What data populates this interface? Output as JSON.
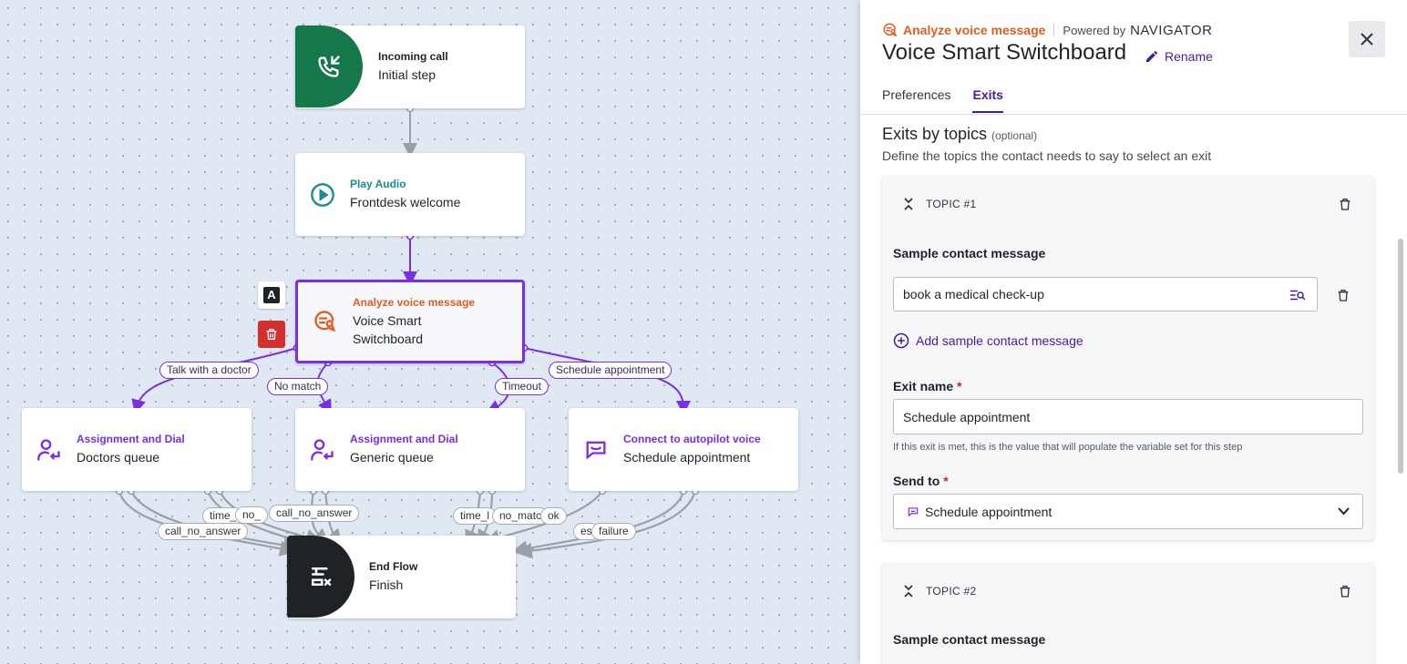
{
  "canvas": {
    "nodes": {
      "incoming": {
        "kind": "Incoming call",
        "name": "Initial step"
      },
      "play_audio": {
        "kind": "Play Audio",
        "name": "Frontdesk welcome"
      },
      "analyze": {
        "kind": "Analyze voice message",
        "name_line1": "Voice Smart",
        "name_line2": "Switchboard"
      },
      "doctors": {
        "kind": "Assignment and Dial",
        "name": "Doctors queue"
      },
      "generic": {
        "kind": "Assignment and Dial",
        "name": "Generic queue"
      },
      "autopilot": {
        "kind": "Connect to autopilot voice",
        "name": "Schedule appointment"
      },
      "end": {
        "kind": "End Flow",
        "name": "Finish"
      }
    },
    "edge_labels": {
      "talk_doctor": "Talk with a doctor",
      "no_match": "No match",
      "timeout": "Timeout",
      "schedule": "Schedule appointment",
      "call_no_answer_1": "call_no_answer",
      "time_1": "time_",
      "no_1": "no_",
      "call_no_answer_2": "call_no_answer",
      "time_2": "time_l",
      "no_match_2": "no_matc",
      "ok": "ok",
      "es": "es",
      "failure": "failure"
    },
    "tools": {
      "text_tool": "A"
    }
  },
  "panel": {
    "node_type": "Analyze voice message",
    "powered_by": "Powered by",
    "brand": "NAVIGATOR",
    "title": "Voice Smart Switchboard",
    "rename": "Rename",
    "tabs": [
      "Preferences",
      "Exits"
    ],
    "active_tab": "Exits",
    "section": {
      "title": "Exits by topics",
      "optional": "(optional)",
      "description": "Define the topics the contact needs to say to select an exit"
    },
    "topics": [
      {
        "label": "TOPIC #1",
        "sample_label": "Sample contact message",
        "sample_value": "book a medical check-up",
        "add_sample": "Add sample contact message",
        "exit_name_label": "Exit name",
        "exit_name_value": "Schedule appointment",
        "exit_hint": "If this exit is met, this is the value that will populate the variable set for this step",
        "send_to_label": "Send to",
        "send_to_value": "Schedule appointment"
      },
      {
        "label": "TOPIC #2",
        "sample_label": "Sample contact message"
      }
    ],
    "required_mark": "*"
  },
  "colors": {
    "accent_purple": "#7a2ee8",
    "link_purple": "#4b1a9a",
    "orange": "#e45d1e",
    "teal": "#1a8c8c",
    "green": "#15784a",
    "danger": "#d32f2f"
  }
}
